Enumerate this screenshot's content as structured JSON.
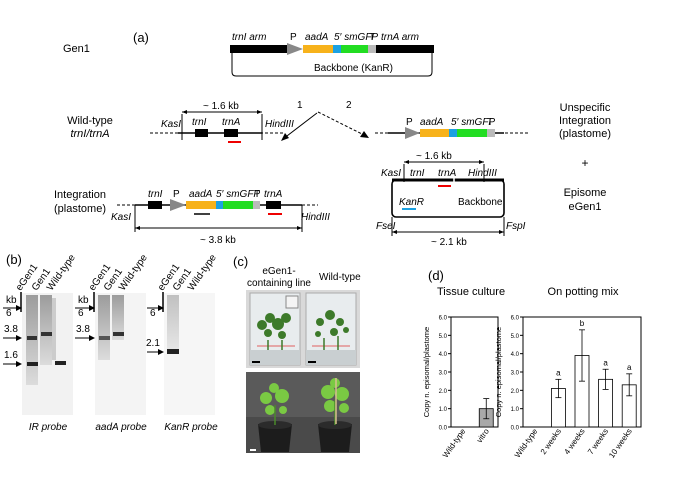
{
  "panel_a": {
    "label": "(a)",
    "gen1": {
      "name": "Gen1",
      "trnI_arm": "trnI arm",
      "p": "P",
      "aadA": "aadA",
      "smgfp": "5′ smGFP",
      "t": "T",
      "trnA_arm": "trnA arm",
      "backbone": "Backbone (KanR)"
    },
    "wildtype_title": "Wild-type",
    "wildtype_sub": "trnI/trnA",
    "wt_size": "~ 1.6 kb",
    "kasI": "KasI",
    "trnI": "trnI",
    "trnA": "trnA",
    "hindIII": "HindIII",
    "arrow1": "1",
    "arrow2": "2",
    "integration_title": "Integration",
    "integration_sub": "(plastome)",
    "integ_size": "~ 3.8 kb",
    "unspecific_1": "Unspecific",
    "unspecific_2": "Integration",
    "unspecific_3": "(plastome)",
    "plus": "+",
    "episome_1": "Episome",
    "episome_2": "eGen1",
    "ep_size1": "~ 1.6 kb",
    "backbone": "Backbone",
    "kanR": "KanR",
    "fseI": "FseI",
    "fspI": "FspI",
    "ep_size2": "~ 2.1 kb"
  },
  "panel_b": {
    "label": "(b)",
    "kb": "kb",
    "lanes": [
      "eGen1",
      "Gen1",
      "Wild-type"
    ],
    "ir_marks": [
      "6",
      "3.8",
      "1.6"
    ],
    "aada_marks": [
      "6",
      "3.8"
    ],
    "kanr_marks": [
      "6",
      "2.1"
    ],
    "probes": [
      "IR probe",
      "aadA probe",
      "KanR probe"
    ]
  },
  "panel_c": {
    "label": "(c)",
    "egen1_1": "eGen1-",
    "egen1_2": "containing line",
    "wildtype": "Wild-type"
  },
  "panel_d": {
    "label": "(d)",
    "chart_data": [
      {
        "type": "bar",
        "title": "Tissue culture",
        "categories": [
          "Wild-type",
          "vitro"
        ],
        "values": [
          0,
          1.0
        ],
        "errors": [
          0,
          0.55
        ],
        "ylabel": "Copy n. episomal/plastome",
        "ylim": [
          0,
          6
        ],
        "yticks": [
          "0.0",
          "1.0",
          "2.0",
          "3.0",
          "4.0",
          "5.0",
          "6.0"
        ],
        "letters": [
          "",
          ""
        ]
      },
      {
        "type": "bar",
        "title": "On potting mix",
        "categories": [
          "Wild-type",
          "2 weeks",
          "4 weeks",
          "7 weeks",
          "10 weeks"
        ],
        "values": [
          0,
          2.1,
          3.9,
          2.6,
          2.3
        ],
        "errors": [
          0,
          0.5,
          1.4,
          0.55,
          0.6
        ],
        "letters": [
          "",
          "a",
          "b",
          "a",
          "a"
        ],
        "ylabel": "Copy n. episomal/plastome",
        "ylim": [
          0,
          6
        ],
        "yticks": [
          "0.0",
          "1.0",
          "2.0",
          "3.0",
          "4.0",
          "5.0",
          "6.0"
        ]
      }
    ]
  }
}
